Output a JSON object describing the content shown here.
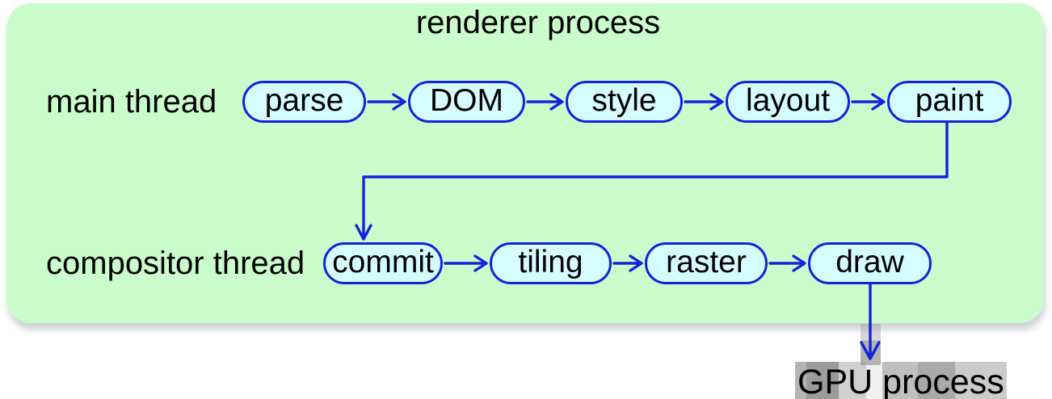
{
  "title": "renderer process",
  "threads": [
    {
      "label": "main thread",
      "nodes": [
        "parse",
        "DOM",
        "style",
        "layout",
        "paint"
      ]
    },
    {
      "label": "compositor thread",
      "nodes": [
        "commit",
        "tiling",
        "raster",
        "draw"
      ]
    }
  ],
  "external_process": {
    "label": "GPU process"
  },
  "colors": {
    "panel_bg": "#cbfccb",
    "node_fill": "#d5fcff",
    "stroke": "#1621dc",
    "text": "#000000"
  }
}
